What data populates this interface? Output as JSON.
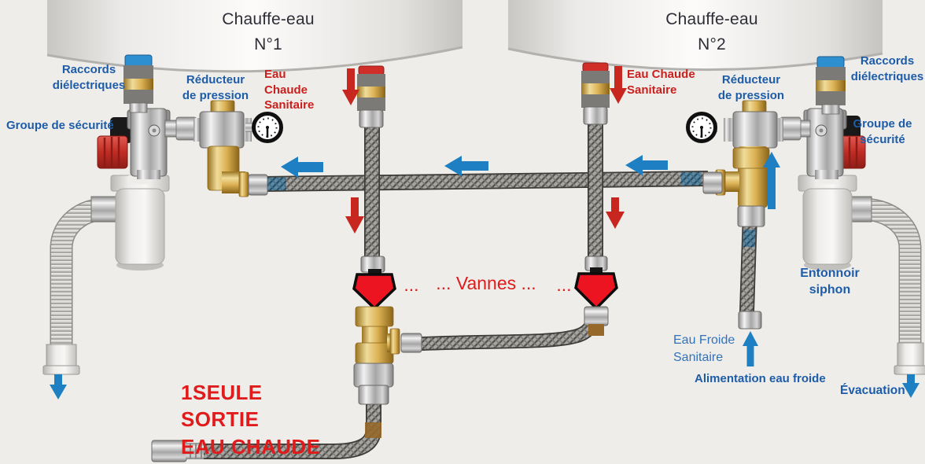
{
  "colors": {
    "background": "#efedea",
    "label_blue": "#1d5ca8",
    "label_blue_light": "#3273b8",
    "label_red": "#c9201d",
    "highlight_red": "#e01b1c",
    "arrow_blue": "#1e80c2",
    "arrow_red": "#c7271f",
    "valve_red": "#ec1420"
  },
  "tanks": {
    "tank1": {
      "name": "Chauffe-eau",
      "number": "N°1"
    },
    "tank2": {
      "name": "Chauffe-eau",
      "number": "N°2"
    }
  },
  "labels": {
    "raccords_left": "Raccords\ndiélectriques",
    "groupe_left": "Groupe de sécurité",
    "reducteur_left": "Réducteur\nde pression",
    "eau_chaude_left": "Eau Chaude\nSanitaire",
    "eau_chaude_right": "Eau Chaude\nSanitaire",
    "reducteur_right": "Réducteur\nde pression",
    "raccords_right": "Raccords\ndiélectriques",
    "groupe_right": "Groupe de\nsécurité",
    "vannes_dots_left": "...",
    "vannes_center": "... Vannes ...",
    "vannes_dots_right": "...",
    "entonnoir_siphon": "Entonnoir siphon",
    "eau_froide": "Eau Froide\nSanitaire",
    "alimentation": "Alimentation eau froide",
    "evacuation": "Évacuation",
    "sortie_unique": "1SEULE SORTIE\nEAU CHAUDE"
  }
}
